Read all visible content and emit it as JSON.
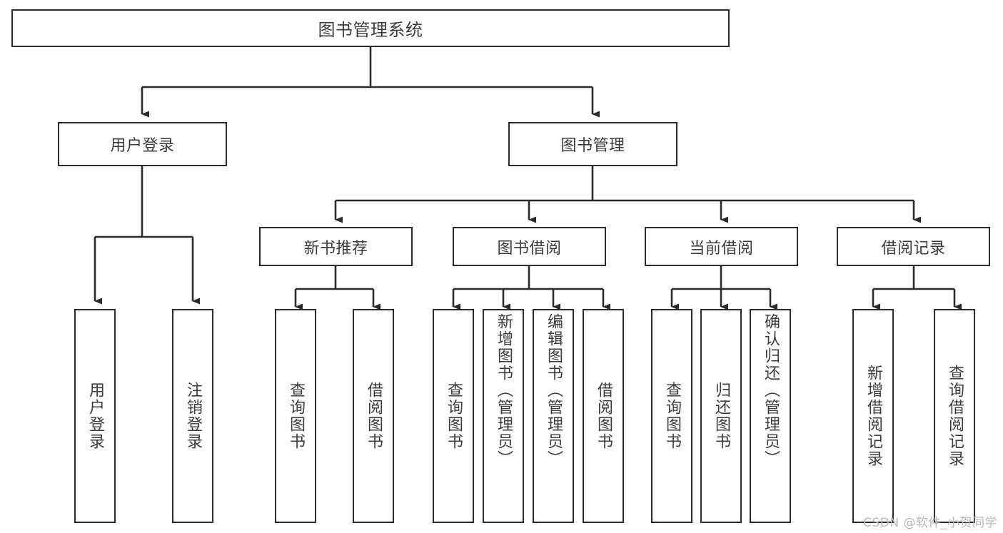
{
  "diagram": {
    "title": "图书管理系统",
    "type": "tree-hierarchy",
    "watermark": "CSDN @软件_小贺同学",
    "colors": {
      "border": "#2b2b2b",
      "text": "#3c3c3c",
      "background": "#ffffff",
      "edge": "#2b2b2b",
      "watermark": "#b9b9b9"
    },
    "root": {
      "label": "图书管理系统"
    },
    "level2": [
      {
        "label": "用户登录"
      },
      {
        "label": "图书管理"
      }
    ],
    "level3": [
      {
        "label": "新书推荐"
      },
      {
        "label": "图书借阅"
      },
      {
        "label": "当前借阅"
      },
      {
        "label": "借阅记录"
      }
    ],
    "leaves": {
      "user_login": [
        {
          "label": "用户登录"
        },
        {
          "label": "注销登录"
        }
      ],
      "new_book_recommend": [
        {
          "label": "查询图书"
        },
        {
          "label": "借阅图书"
        }
      ],
      "book_borrow": [
        {
          "label": "查询图书"
        },
        {
          "label": "新增图书（管理员）"
        },
        {
          "label": "编辑图书（管理员）"
        },
        {
          "label": "借阅图书"
        }
      ],
      "current_borrow": [
        {
          "label": "查询图书"
        },
        {
          "label": "归还图书"
        },
        {
          "label": "确认归还（管理员）"
        }
      ],
      "borrow_record": [
        {
          "label": "新增借阅记录"
        },
        {
          "label": "查询借阅记录"
        }
      ]
    }
  }
}
